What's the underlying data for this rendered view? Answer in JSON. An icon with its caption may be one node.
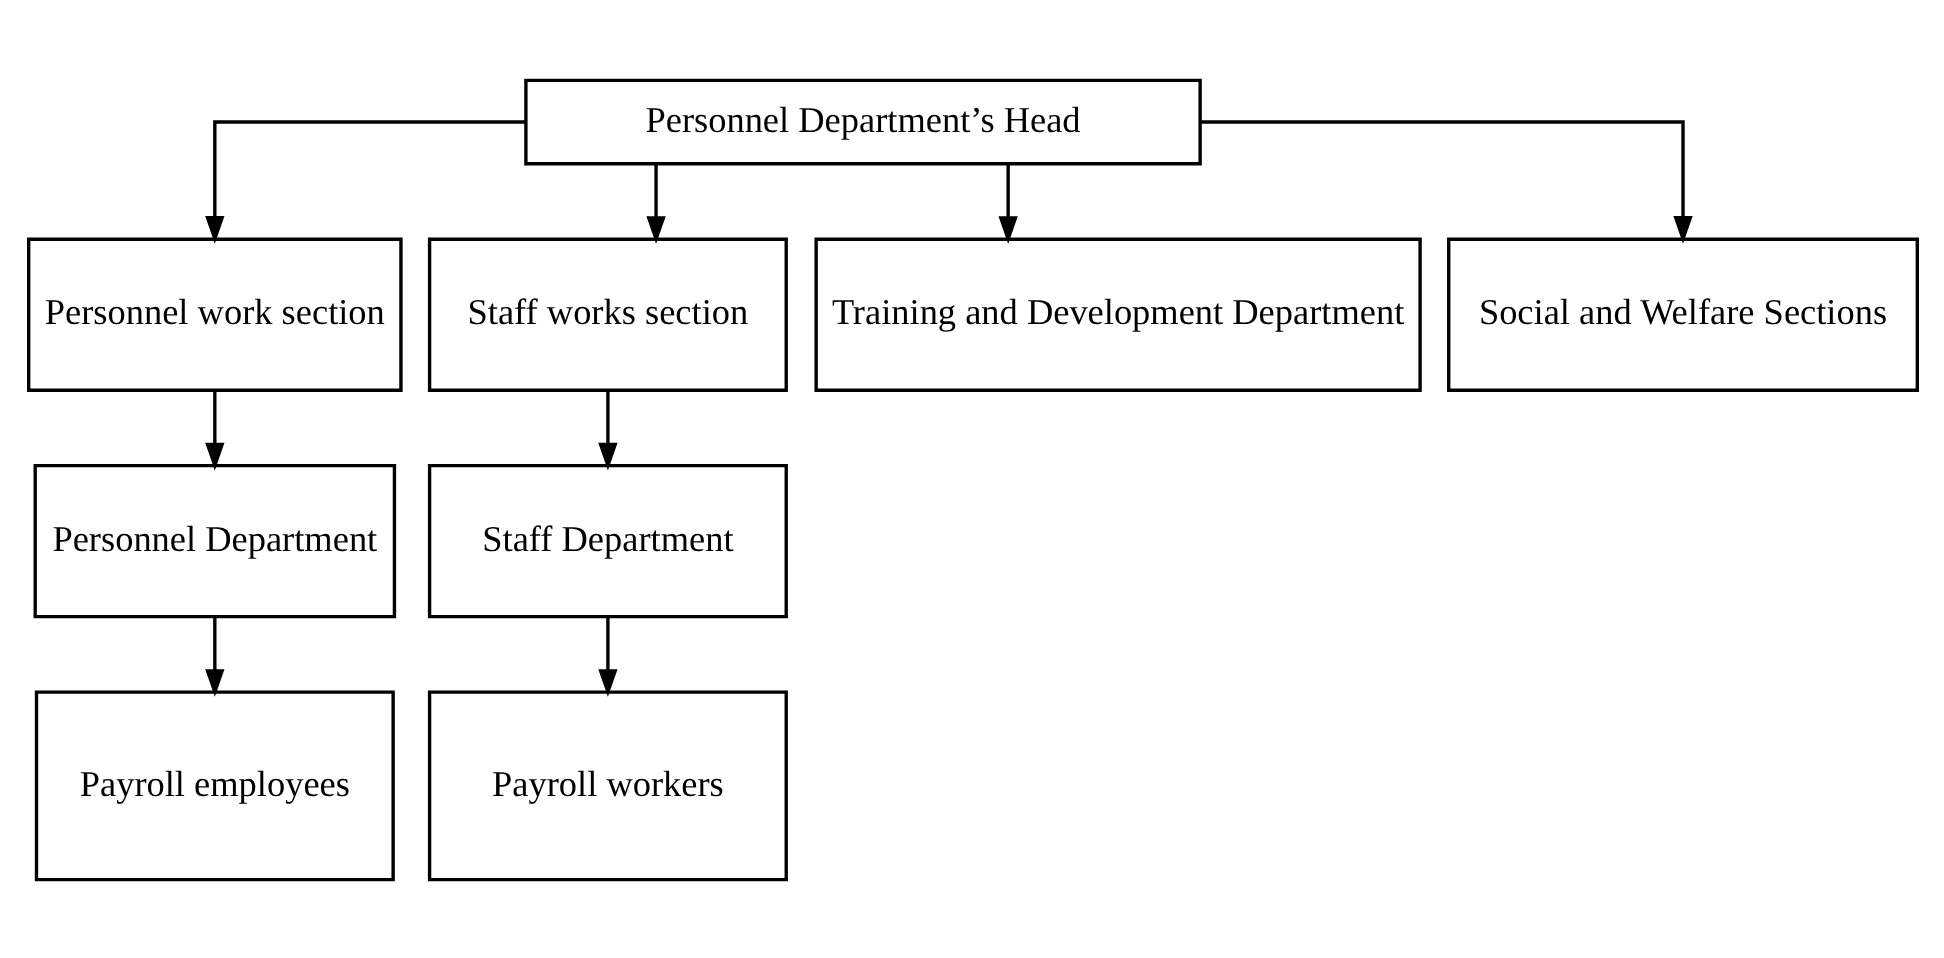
{
  "diagram": {
    "nodes": [
      {
        "text": [
          "Personnel Department’s Head"
        ]
      },
      {
        "text": [
          "Personnel work section"
        ]
      },
      {
        "text": [
          "Staff works section"
        ]
      },
      {
        "text": [
          "Training and Development Department"
        ]
      },
      {
        "text": [
          "Social and Welfare Sections"
        ]
      },
      {
        "text": [
          "Personnel Department"
        ]
      },
      {
        "text": [
          "Staff Department"
        ]
      },
      {
        "text": [
          "Payroll employees"
        ]
      },
      {
        "text": [
          "Payroll workers"
        ]
      }
    ],
    "edges": [
      {
        "from": 0,
        "to": 1,
        "arrow": "to"
      },
      {
        "from": 0,
        "to": 2,
        "arrow": "to"
      },
      {
        "from": 0,
        "to": 3,
        "arrow": "to"
      },
      {
        "from": 0,
        "to": 4,
        "arrow": "to"
      },
      {
        "from": 1,
        "to": 5,
        "arrow": "to"
      },
      {
        "from": 2,
        "to": 6,
        "arrow": "to"
      },
      {
        "from": 5,
        "to": 7,
        "arrow": "to"
      },
      {
        "from": 6,
        "to": 8,
        "arrow": "to"
      }
    ]
  }
}
